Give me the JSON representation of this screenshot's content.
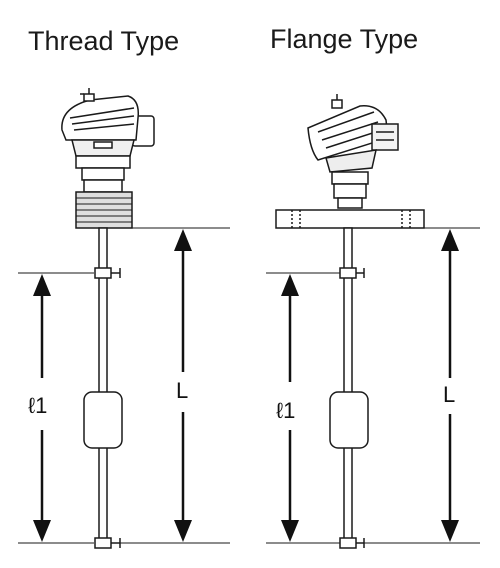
{
  "diagram": {
    "left": {
      "title": "Thread Type",
      "label_l1": "ℓ1",
      "label_L": "L"
    },
    "right": {
      "title": "Flange Type",
      "label_l1": "ℓ1",
      "label_L": "L"
    }
  },
  "colors": {
    "line": "#1a1a1a",
    "body_fill": "#ffffff",
    "shade": "#e9e9e9"
  }
}
